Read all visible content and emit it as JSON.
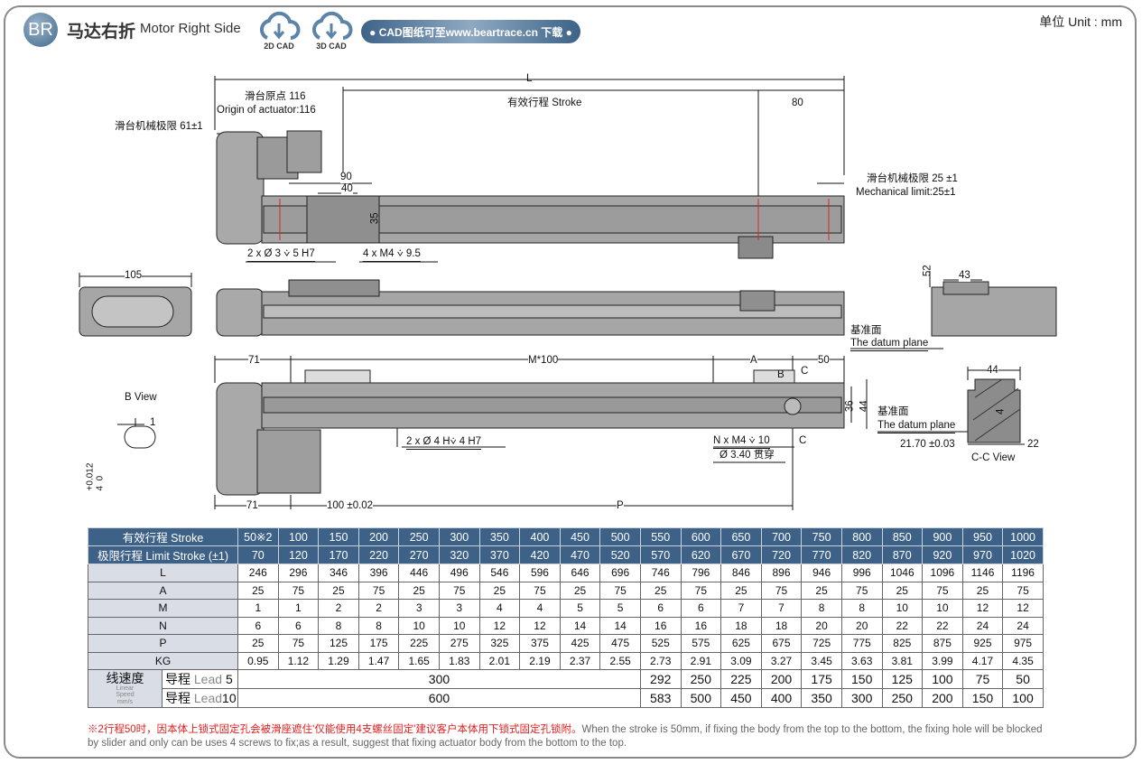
{
  "header": {
    "badge": "BR",
    "title_cn": "马达右折",
    "title_en": "Motor Right Side",
    "cad2d": "2D CAD",
    "cad3d": "3D CAD",
    "cad_link": "● CAD图纸可至www.beartrace.cn 下载 ●",
    "unit": "单位 Unit : mm"
  },
  "drawing": {
    "L": "L",
    "origin_cn": "滑台原点 116",
    "origin_en": "Origin of actuator:116",
    "limit_left": "滑台机械极限 61±1",
    "stroke": "有效行程 Stroke",
    "d80": "80",
    "limit_right_cn": "滑台机械极限 25 ±1",
    "limit_right_en": "Mechanical limit:25±1",
    "d90": "90",
    "d40": "40",
    "d35": "35",
    "hole1": "2 x Ø 3 ⩒ 5 H7",
    "hole2": "4 x M4 ⩒ 9.5",
    "d105": "105",
    "d52": "52",
    "d43": "43",
    "datum_cn": "基准面",
    "datum_en": "The datum plane",
    "d71a": "71",
    "m100": "M*100",
    "A": "A",
    "d50": "50",
    "B": "B",
    "C": "C",
    "d36": "36",
    "d44": "44",
    "hole3": "2 x Ø 4 H⩒ 4 H7",
    "hole4": "N x M4 ⩒ 10",
    "hole5": "Ø 3.40 贯穿",
    "d71b": "71",
    "d100": "100 ±0.02",
    "P": "P",
    "bview": "B View",
    "b1": "1",
    "btol": "+0.012\n4  0",
    "cc44": "44",
    "cc4": "4",
    "cc2170": "21.70 ±0.03",
    "cc22": "22",
    "ccview": "C-C View"
  },
  "table": {
    "stroke_label": "有效行程 Stroke",
    "stroke": [
      "50※2",
      "100",
      "150",
      "200",
      "250",
      "300",
      "350",
      "400",
      "450",
      "500",
      "550",
      "600",
      "650",
      "700",
      "750",
      "800",
      "850",
      "900",
      "950",
      "1000"
    ],
    "limit_label": "极限行程 Limit Stroke (±1)",
    "limit": [
      "70",
      "120",
      "170",
      "220",
      "270",
      "320",
      "370",
      "420",
      "470",
      "520",
      "570",
      "620",
      "670",
      "720",
      "770",
      "820",
      "870",
      "920",
      "970",
      "1020"
    ],
    "rows": [
      {
        "label": "L",
        "values": [
          "246",
          "296",
          "346",
          "396",
          "446",
          "496",
          "546",
          "596",
          "646",
          "696",
          "746",
          "796",
          "846",
          "896",
          "946",
          "996",
          "1046",
          "1096",
          "1146",
          "1196"
        ]
      },
      {
        "label": "A",
        "values": [
          "25",
          "75",
          "25",
          "75",
          "25",
          "75",
          "25",
          "75",
          "25",
          "75",
          "25",
          "75",
          "25",
          "75",
          "25",
          "75",
          "25",
          "75",
          "25",
          "75"
        ]
      },
      {
        "label": "M",
        "values": [
          "1",
          "1",
          "2",
          "2",
          "3",
          "3",
          "4",
          "4",
          "5",
          "5",
          "6",
          "6",
          "7",
          "7",
          "8",
          "8",
          "10",
          "10",
          "12",
          "12"
        ]
      },
      {
        "label": "N",
        "values": [
          "6",
          "6",
          "8",
          "8",
          "10",
          "10",
          "12",
          "12",
          "14",
          "14",
          "16",
          "16",
          "18",
          "18",
          "20",
          "20",
          "22",
          "22",
          "24",
          "24"
        ]
      },
      {
        "label": "P",
        "values": [
          "25",
          "75",
          "125",
          "175",
          "225",
          "275",
          "325",
          "375",
          "425",
          "475",
          "525",
          "575",
          "625",
          "675",
          "725",
          "775",
          "825",
          "875",
          "925",
          "975"
        ]
      },
      {
        "label": "KG",
        "values": [
          "0.95",
          "1.12",
          "1.29",
          "1.47",
          "1.65",
          "1.83",
          "2.01",
          "2.19",
          "2.37",
          "2.55",
          "2.73",
          "2.91",
          "3.09",
          "3.27",
          "3.45",
          "3.63",
          "3.81",
          "3.99",
          "4.17",
          "4.35"
        ]
      }
    ],
    "speed_cn": "线速度",
    "speed_en1": "Linear",
    "speed_en2": "Speed",
    "speed_en3": "mm/s",
    "lead5_cn": "导程",
    "lead5_en": "Lead",
    "lead5_num": "5",
    "lead10_cn": "导程",
    "lead10_en": "Lead",
    "lead10_num": "10",
    "lead5": [
      "300",
      "292",
      "250",
      "225",
      "200",
      "175",
      "150",
      "125",
      "100",
      "75",
      "50"
    ],
    "lead10": [
      "600",
      "583",
      "500",
      "450",
      "400",
      "350",
      "300",
      "250",
      "200",
      "150",
      "100"
    ]
  },
  "note": {
    "cn": "※2行程50时，因本体上锁式固定孔会被滑座遮住'仅能使用4支螺丝固定'建议客户本体用下锁式固定孔锁附。",
    "en": "When the stroke is 50mm, if fixing the body from the top to the bottom, the fixing hole will be blocked by slider and only can be uses 4 screws to fix;as a result, suggest that fixing actuator body from the bottom to the top."
  }
}
